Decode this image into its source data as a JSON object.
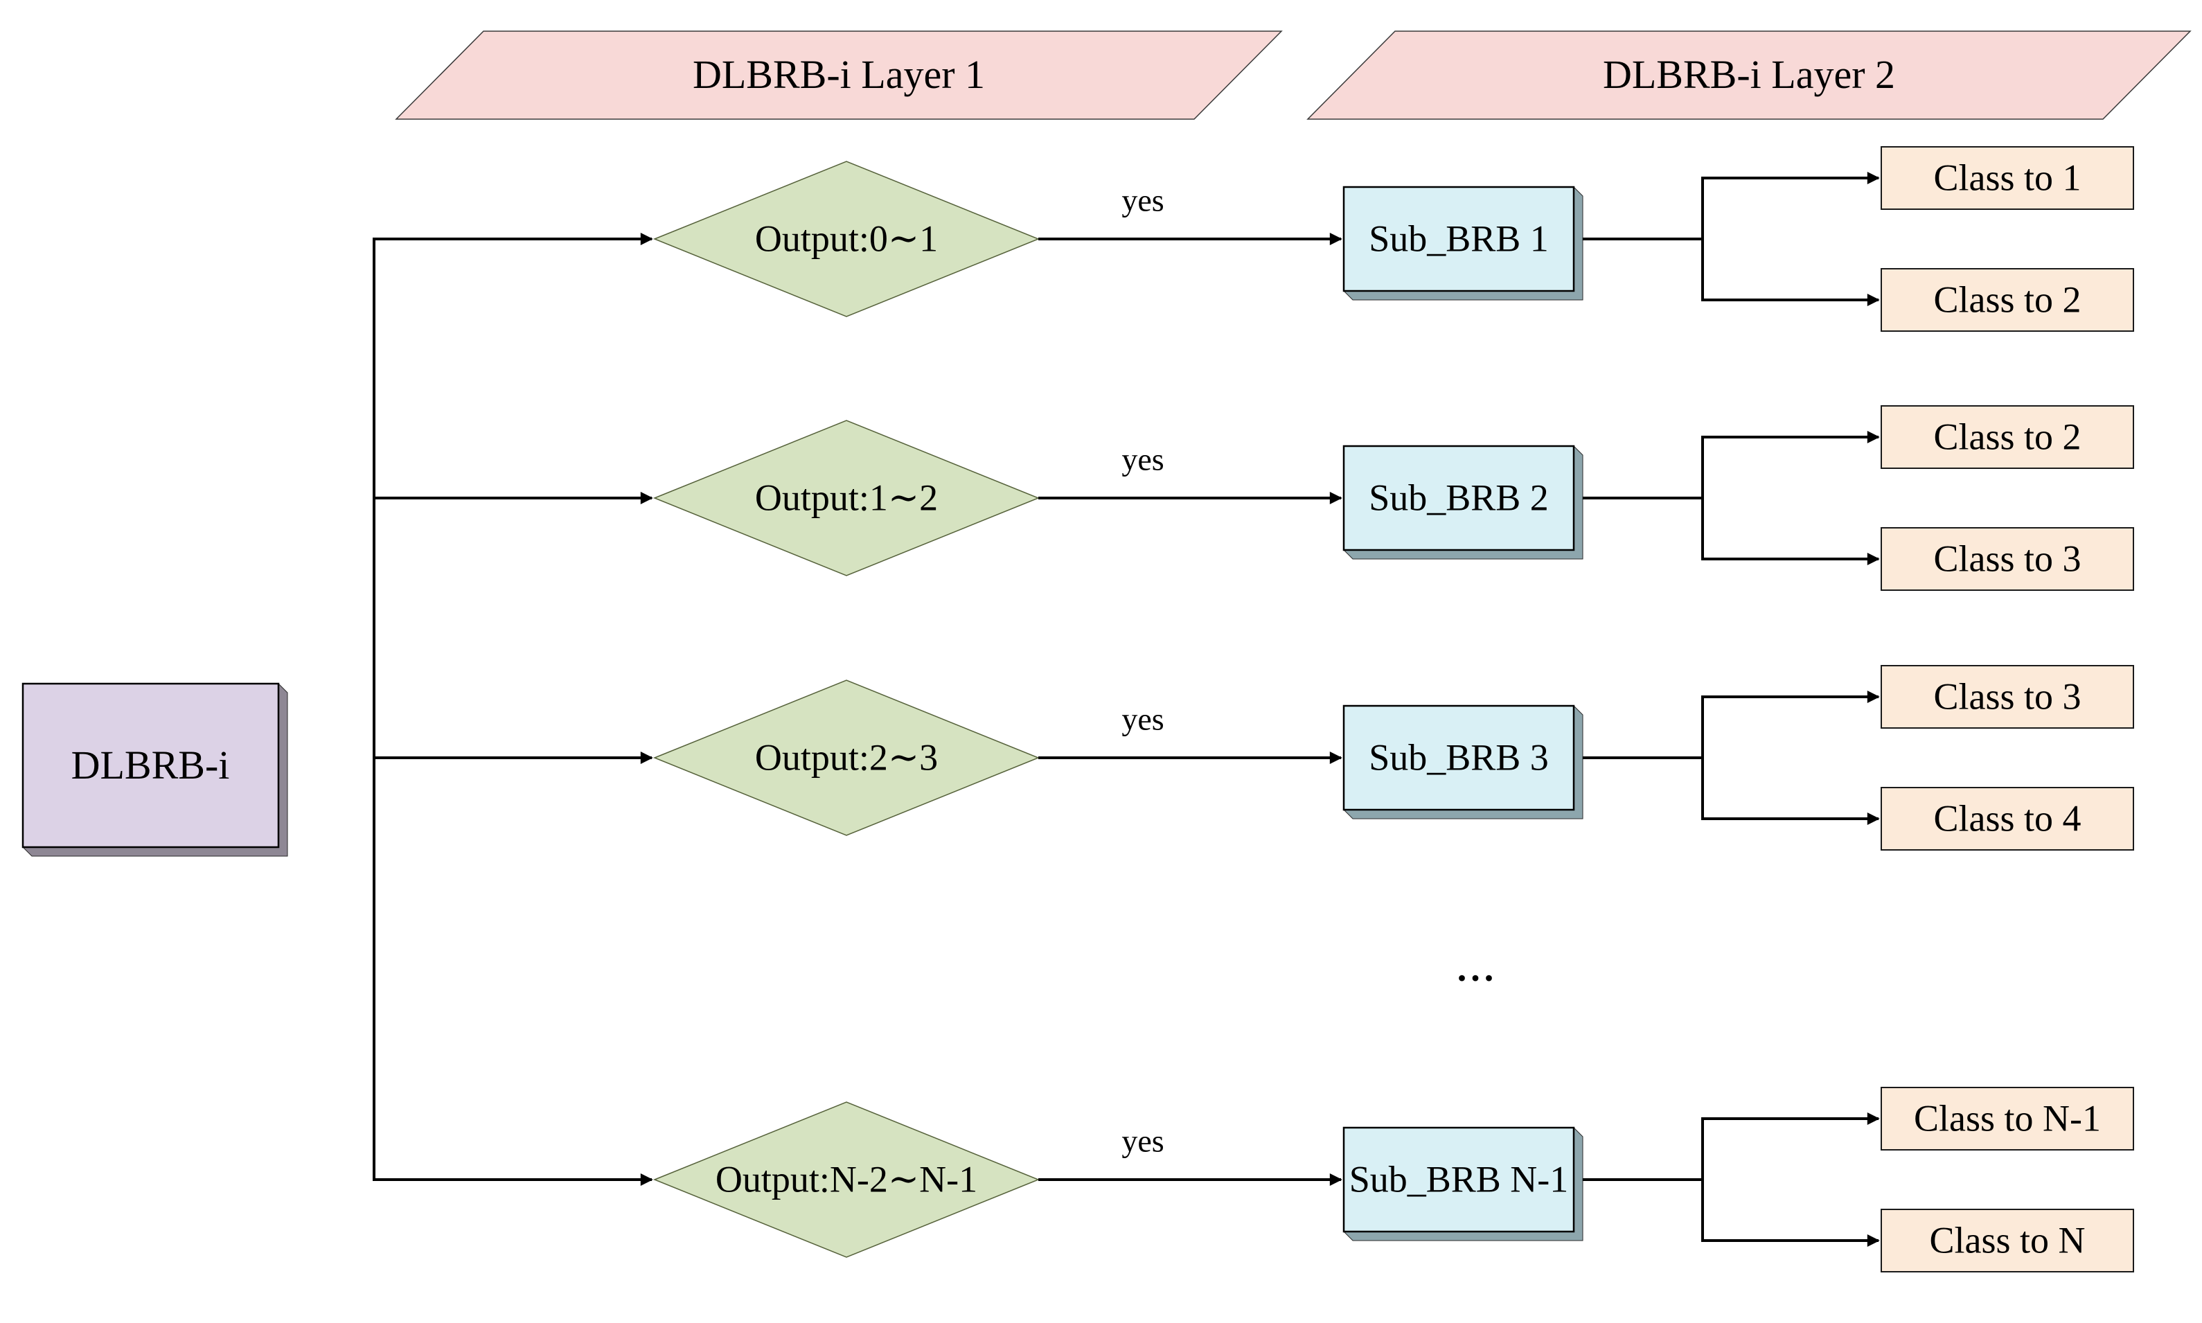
{
  "title": "DLBRB-i two-layer classification flowchart",
  "headers": {
    "layer1": "DLBRB-i Layer 1",
    "layer2": "DLBRB-i Layer 2"
  },
  "source": {
    "label": "DLBRB-i"
  },
  "ellipsis": "...",
  "rows": [
    {
      "condition": "Output:0∼1",
      "yes_label": "yes",
      "sub": "Sub_BRB 1",
      "class_top": "Class to 1",
      "class_bottom": "Class to 2"
    },
    {
      "condition": "Output:1∼2",
      "yes_label": "yes",
      "sub": "Sub_BRB 2",
      "class_top": "Class to 2",
      "class_bottom": "Class to 3"
    },
    {
      "condition": "Output:2∼3",
      "yes_label": "yes",
      "sub": "Sub_BRB 3",
      "class_top": "Class to 3",
      "class_bottom": "Class to 4"
    },
    {
      "condition": "Output:N-2∼N-1",
      "yes_label": "yes",
      "sub": "Sub_BRB N-1",
      "class_top": "Class to N-1",
      "class_bottom": "Class to N"
    }
  ],
  "colors": {
    "header_fill": "#f8d9d7",
    "diamond_fill": "#d6e3c1",
    "diamond_border": "#55613a",
    "sub_box_fill": "#d9f0f5",
    "sub_box_shadow": "#8da6ad",
    "source_box_fill": "#dcd2e6",
    "source_box_shadow": "#8e8794",
    "class_box_fill": "#fcead9",
    "line_color": "#000000"
  }
}
